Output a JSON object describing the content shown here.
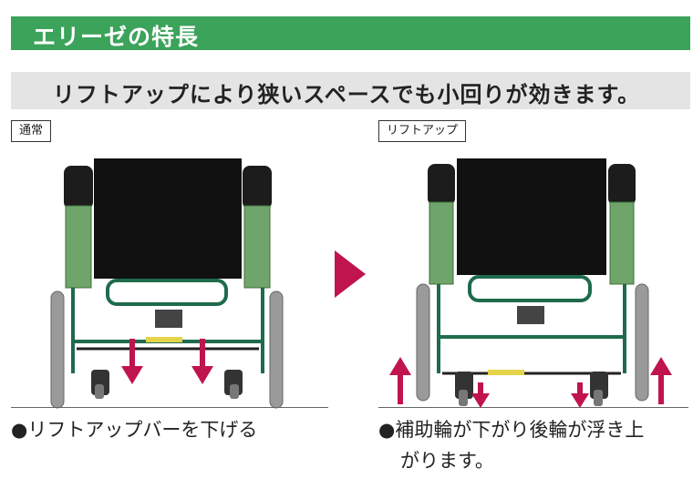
{
  "header": {
    "title": "エリーゼの特長",
    "bar_color": "#3ba35a"
  },
  "subtitle": "リフトアップにより狭いスペースでも小回りが効きます。",
  "panels": [
    {
      "label": "通常",
      "caption_bullet": "●",
      "caption": "リフトアップバーを下げる"
    },
    {
      "label": "リフトアップ",
      "caption_bullet": "●",
      "caption_line1": "補助輪が下がり後輪が浮き上",
      "caption_line2": "がります。"
    }
  ],
  "colors": {
    "arrow": "#c0144f",
    "frame": "#1f6b4c",
    "seat_side": "#6fa56a",
    "backrest": "#111111",
    "tire": "#9a9a9a"
  },
  "icons": [
    "down-arrow-icon",
    "up-arrow-icon",
    "play-triangle-icon"
  ]
}
